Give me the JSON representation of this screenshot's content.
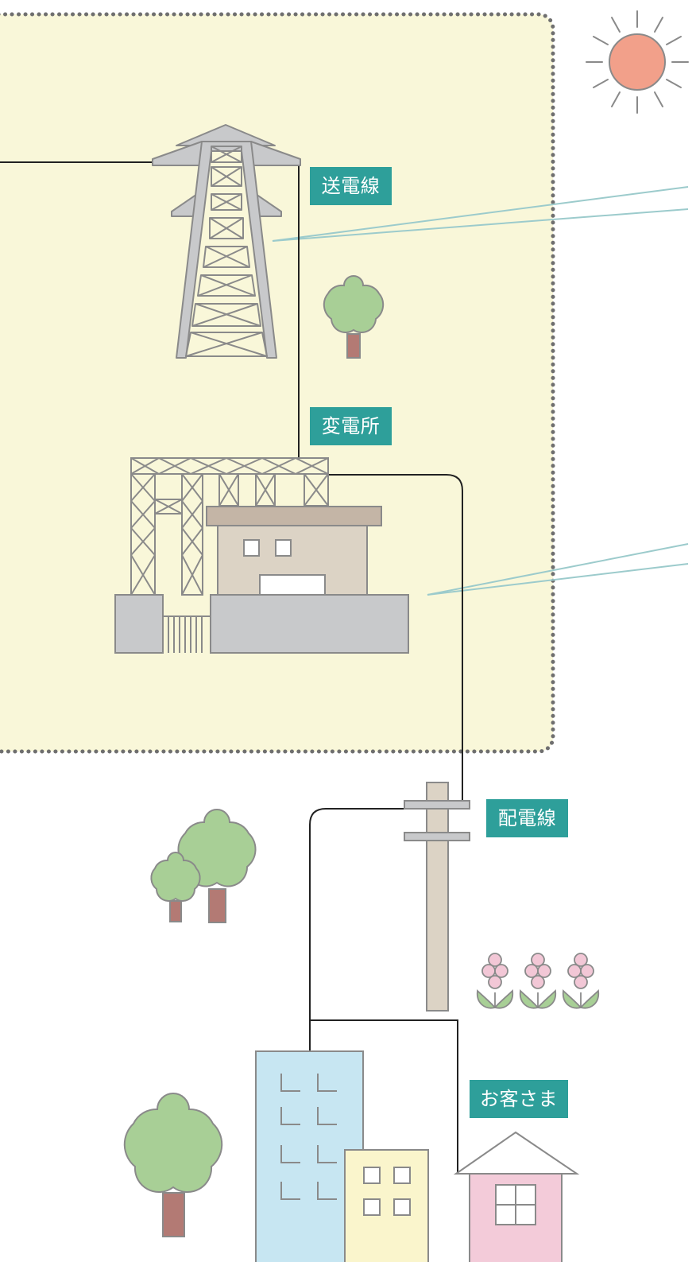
{
  "labels": {
    "transmission_line": "送電線",
    "substation": "変電所",
    "distribution_line": "配電線",
    "customer": "お客さま"
  },
  "colors": {
    "area_fill": "#f9f7d9",
    "area_border": "#6f6f6f",
    "label_bg": "#2e9f9a",
    "label_text": "#ffffff",
    "steel": "#c8c9cb",
    "outline": "#8a8a8a",
    "sun": "#f2a08a",
    "tree_leaf": "#a8cf96",
    "tree_trunk": "#b37a74",
    "pole": "#dcd3c5",
    "building_blue": "#c7e6f2",
    "building_yellow": "#faf5cc",
    "house_pink": "#f3cbd9",
    "flower": "#f2c7d6",
    "wire": "#222222",
    "callout": "#9ccbcc"
  },
  "icons": [
    "sun-icon",
    "transmission-tower-icon",
    "substation-icon",
    "utility-pole-icon",
    "tree-icon",
    "flower-icon",
    "office-building-icon",
    "house-icon"
  ]
}
